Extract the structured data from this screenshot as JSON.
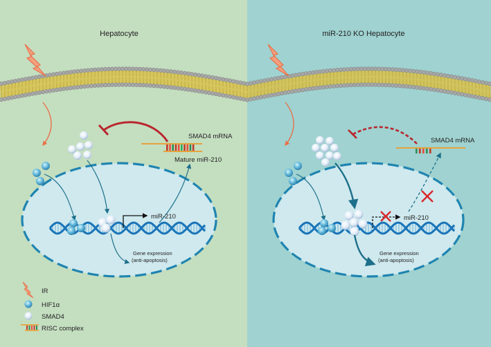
{
  "panels": {
    "left_title": "Hepatocyte",
    "right_title": "miR-210 KO Hepatocyte"
  },
  "labels": {
    "smad4_mrna": "SMAD4 mRNA",
    "mature_mir210": "Mature miR-210",
    "mir210": "miR-210",
    "gene_expression": "Gene expression",
    "anti_apoptosis": "(anti-apoptosis)"
  },
  "legend": {
    "ir": "IR",
    "hif1a": "HIF1α",
    "smad4": "SMAD4",
    "risc": "RISC complex"
  },
  "colors": {
    "left_bg": "#c4dec0",
    "right_bg": "#9fd2d0",
    "nucleus_fill": "#cfe9ee",
    "nucleus_border": "#1f84b0",
    "dna": "#1a74b8",
    "inhibition": "#b9262d",
    "arrow": "#1d6f8a",
    "membrane_head": "#9a9a9a",
    "membrane_tail": "#d8c24c",
    "ir_bolt": "#e8714a"
  }
}
